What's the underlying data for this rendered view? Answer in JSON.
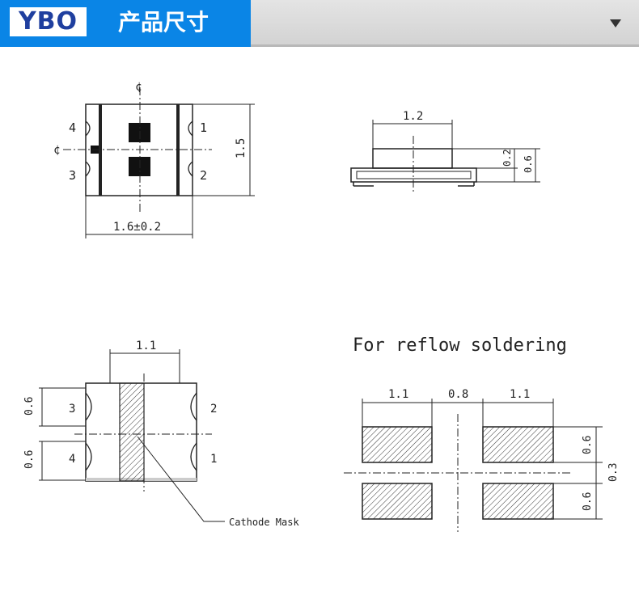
{
  "header": {
    "logo_text": "YBO",
    "title": "产品尺寸",
    "dropdown_icon": "triangle-down-icon"
  },
  "top_view": {
    "pin_labels": [
      "4",
      "1",
      "3",
      "2"
    ],
    "width_dim": "1.6±0.2",
    "height_dim": "1.5"
  },
  "side_view": {
    "width_dim": "1.2",
    "dim_a": "0.2",
    "dim_b": "0.6"
  },
  "bottom_view": {
    "width_dim": "1.1",
    "pad_dim_top": "0.6",
    "pad_dim_bottom": "0.6",
    "pin_labels": [
      "3",
      "2",
      "4",
      "1"
    ],
    "cathode_label": "Cathode Mask"
  },
  "reflow": {
    "title": "For reflow soldering",
    "dim_left": "1.1",
    "dim_gap": "0.8",
    "dim_right": "1.1",
    "dim_pad_top": "0.6",
    "dim_gap_v": "0.3",
    "dim_pad_bottom": "0.6"
  },
  "colors": {
    "header_blue": "#0a85e6",
    "logo_blue": "#1f3f9f",
    "line": "#222222"
  }
}
